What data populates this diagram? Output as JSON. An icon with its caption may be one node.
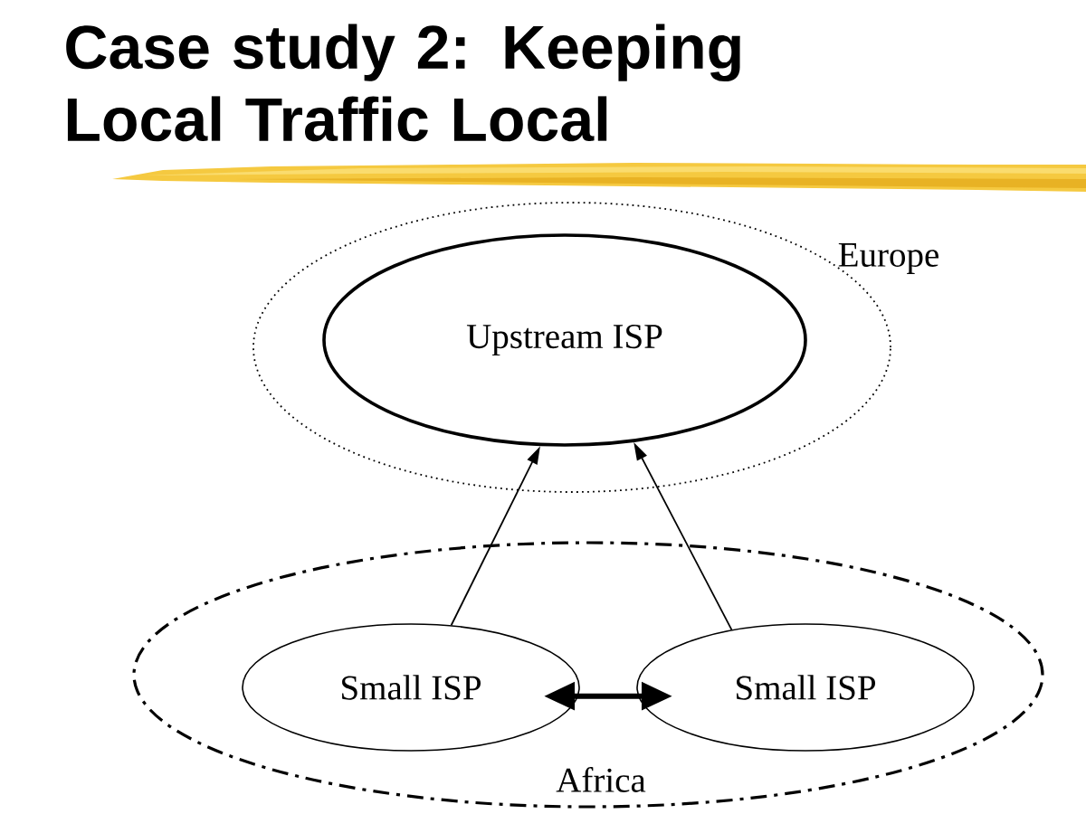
{
  "diagram": {
    "title": "Case study 2: Keeping Local Traffic Local",
    "nodes": [
      {
        "text": [
          "Europe"
        ]
      },
      {
        "text": [
          "Upstream ISP"
        ],
        "in": 0
      },
      {
        "text": [
          "Africa"
        ]
      },
      {
        "text": [
          "Small ISP"
        ],
        "in": 2
      },
      {
        "text": [
          "Small ISP"
        ],
        "in": 2
      }
    ],
    "edges": [
      {
        "from": 3,
        "to": 1,
        "arrow": "to"
      },
      {
        "from": 4,
        "to": 1,
        "arrow": "to"
      },
      {
        "from": 3,
        "to": 4,
        "arrow": "both",
        "style": "thick"
      }
    ]
  }
}
